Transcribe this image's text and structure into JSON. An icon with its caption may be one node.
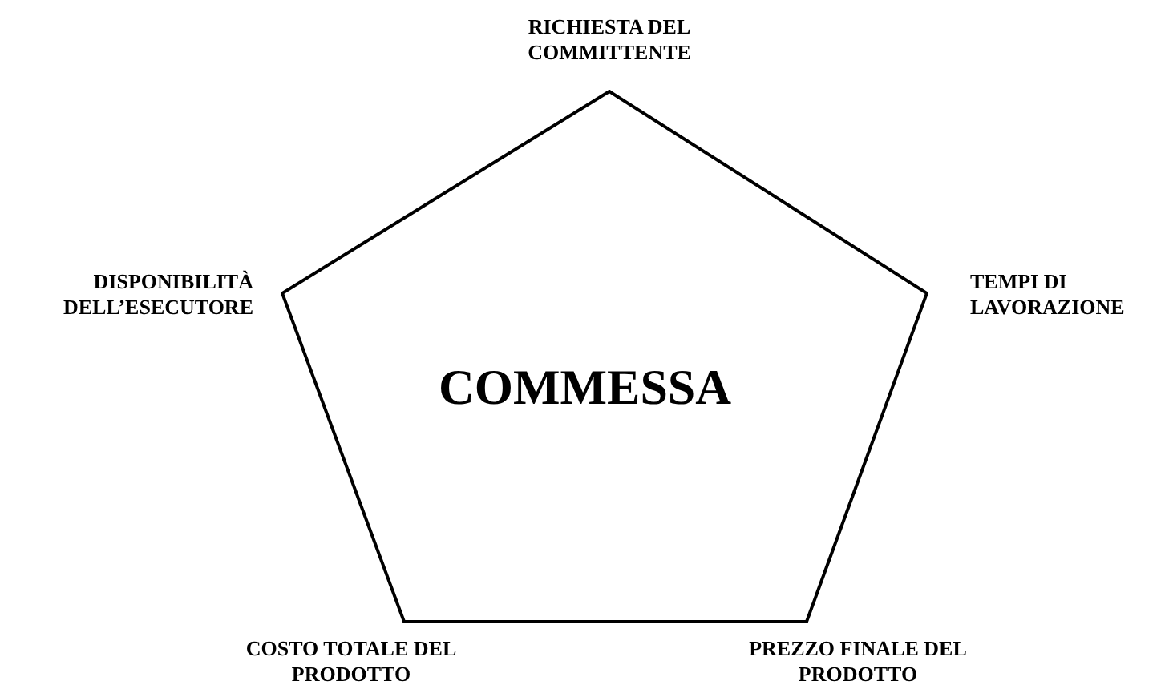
{
  "diagram": {
    "nodes": [
      {
        "text": [
          "COMMESSA"
        ]
      }
    ],
    "labels": [
      "RICHIESTA DEL COMMITTENTE",
      "DISPONIBILITÀ DELL’ESECUTORE",
      "TEMPI DI LAVORAZIONE",
      "COSTO TOTALE DEL PRODOTTO",
      "PREZZO FINALE DEL PRODOTTO"
    ]
  }
}
